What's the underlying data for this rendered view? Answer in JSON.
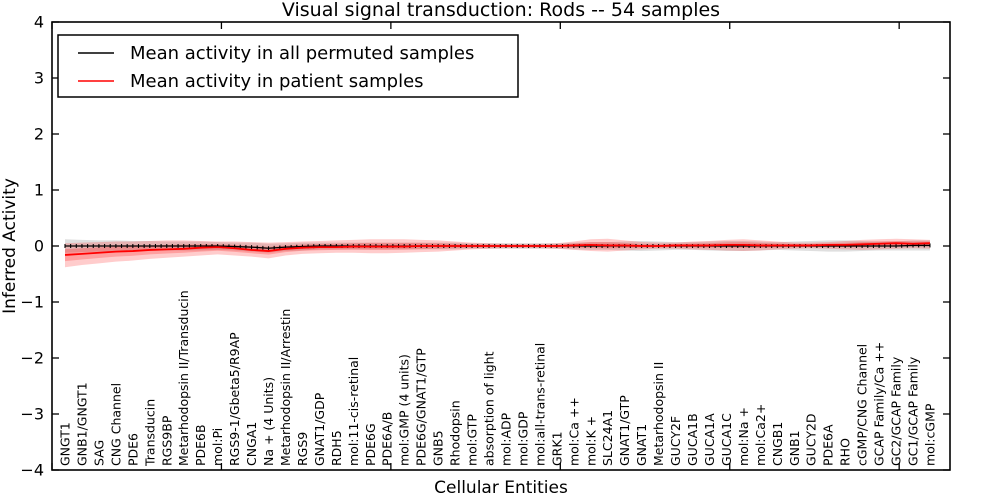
{
  "title": "Visual signal transduction: Rods -- 54 samples",
  "colors": {
    "permuted_line": "#000000",
    "patient_line": "#ff0000",
    "patient_band": "rgba(255,0,0,0.20)",
    "permuted_band": "rgba(110,110,110,0.22)",
    "background": "#ffffff"
  },
  "legend": {
    "position": "upper left",
    "items": [
      {
        "label": "Mean activity in all permuted samples",
        "color": "#000000"
      },
      {
        "label": "Mean activity in patient samples",
        "color": "#ff0000"
      }
    ]
  },
  "chart_data": {
    "type": "line",
    "title": "Visual signal transduction: Rods -- 54 samples",
    "xlabel": "Cellular Entities",
    "ylabel": "Inferred Activity",
    "ylim": [
      -4,
      4
    ],
    "xlim": [
      0,
      53
    ],
    "grid": false,
    "legend_position": "upper left",
    "yticks": [
      4,
      3,
      2,
      1,
      0,
      -1,
      -2,
      -3,
      -4
    ],
    "ytick_labels": [
      "4",
      "3",
      "2",
      "1",
      "0",
      "−1",
      "−2",
      "−3",
      "−4"
    ],
    "xticks": [
      0,
      10,
      20,
      30,
      40,
      50
    ],
    "categories": [
      "GNGT1",
      "GNB1/GNGT1",
      "SAG",
      "CNG Channel",
      "PDE6",
      "Transducin",
      "RGS9BP",
      "Metarhodopsin II/Transducin",
      "PDE6B",
      "mol:Pi",
      "RGS9-1/Gbeta5/R9AP",
      "CNGA1",
      "Na + (4 Units)",
      "Metarhodopsin II/Arrestin",
      "RGS9",
      "GNAT1/GDP",
      "RDH5",
      "mol:11-cis-retinal",
      "PDE6G",
      "PDE6A/B",
      "mol:GMP (4 units)",
      "PDE6G/GNAT1/GTP",
      "GNB5",
      "Rhodopsin",
      "mol:GTP",
      "absorption of light",
      "mol:ADP",
      "mol:GDP",
      "mol:all-trans-retinal",
      "GRK1",
      "mol:Ca ++",
      "mol:K +",
      "SLC24A1",
      "GNAT1/GTP",
      "GNAT1",
      "Metarhodopsin II",
      "GUCY2F",
      "GUCA1B",
      "GUCA1A",
      "GUCA1C",
      "mol:Na +",
      "mol:Ca2+",
      "CNGB1",
      "GNB1",
      "GUCY2D",
      "PDE6A",
      "RHO",
      "cGMP/CNG Channel",
      "GCAP Family/Ca ++",
      "GC2/GCAP Family",
      "GC1/GCAP Family",
      "mol:cGMP"
    ],
    "series": [
      {
        "name": "Mean activity in all permuted samples",
        "color": "#000000",
        "values": [
          0,
          0,
          0,
          0,
          0,
          0,
          0,
          0,
          0,
          0,
          -0.01,
          -0.02,
          -0.04,
          -0.02,
          -0.01,
          0,
          0,
          0,
          0,
          0,
          0,
          0,
          0,
          0,
          0,
          0,
          0,
          0,
          0,
          0,
          0,
          0,
          0,
          0,
          0,
          0,
          0,
          0,
          0,
          0,
          0,
          0,
          0,
          0,
          0,
          0,
          0,
          0,
          0,
          0,
          0.01,
          0.01
        ],
        "band_lower": [
          -0.12,
          -0.11,
          -0.1,
          -0.1,
          -0.09,
          -0.09,
          -0.08,
          -0.08,
          -0.08,
          -0.07,
          -0.08,
          -0.1,
          -0.12,
          -0.09,
          -0.08,
          -0.06,
          -0.06,
          -0.06,
          -0.06,
          -0.06,
          -0.06,
          -0.06,
          -0.06,
          -0.06,
          -0.05,
          -0.05,
          -0.05,
          -0.05,
          -0.05,
          -0.05,
          -0.06,
          -0.07,
          -0.07,
          -0.08,
          -0.09,
          -0.08,
          -0.07,
          -0.07,
          -0.08,
          -0.09,
          -0.09,
          -0.08,
          -0.07,
          -0.08,
          -0.09,
          -0.1,
          -0.1,
          -0.09,
          -0.08,
          -0.08,
          -0.08,
          -0.08
        ],
        "band_upper": [
          0.12,
          0.11,
          0.1,
          0.1,
          0.09,
          0.09,
          0.08,
          0.08,
          0.08,
          0.07,
          0.06,
          0.06,
          0.04,
          0.05,
          0.06,
          0.06,
          0.06,
          0.06,
          0.06,
          0.06,
          0.06,
          0.06,
          0.06,
          0.06,
          0.05,
          0.05,
          0.05,
          0.05,
          0.05,
          0.05,
          0.06,
          0.07,
          0.07,
          0.08,
          0.09,
          0.08,
          0.07,
          0.07,
          0.08,
          0.09,
          0.09,
          0.08,
          0.07,
          0.08,
          0.09,
          0.1,
          0.1,
          0.09,
          0.08,
          0.08,
          0.1,
          0.1
        ]
      },
      {
        "name": "Mean activity in patient samples",
        "color": "#ff0000",
        "values": [
          -0.16,
          -0.14,
          -0.12,
          -0.1,
          -0.09,
          -0.07,
          -0.06,
          -0.05,
          -0.03,
          -0.02,
          -0.04,
          -0.07,
          -0.09,
          -0.05,
          -0.03,
          -0.02,
          -0.02,
          -0.01,
          -0.01,
          -0.01,
          -0.01,
          0,
          0,
          0,
          0,
          0,
          0,
          0,
          0,
          0,
          0.01,
          0.02,
          0.01,
          0.01,
          0,
          0,
          0.01,
          0.01,
          0.01,
          0.02,
          0.02,
          0.01,
          0.01,
          0.01,
          0.01,
          0.02,
          0.02,
          0.03,
          0.04,
          0.05,
          0.04,
          0.05
        ],
        "band_lower": [
          -0.38,
          -0.34,
          -0.31,
          -0.28,
          -0.26,
          -0.23,
          -0.21,
          -0.19,
          -0.17,
          -0.15,
          -0.17,
          -0.19,
          -0.22,
          -0.17,
          -0.14,
          -0.13,
          -0.12,
          -0.12,
          -0.13,
          -0.13,
          -0.12,
          -0.11,
          -0.1,
          -0.08,
          -0.06,
          -0.05,
          -0.04,
          -0.04,
          -0.04,
          -0.05,
          -0.07,
          -0.09,
          -0.1,
          -0.08,
          -0.06,
          -0.05,
          -0.05,
          -0.06,
          -0.07,
          -0.08,
          -0.09,
          -0.08,
          -0.06,
          -0.05,
          -0.04,
          -0.05,
          -0.06,
          -0.07,
          -0.06,
          -0.05,
          -0.04,
          -0.05
        ],
        "band_upper": [
          0.05,
          0.06,
          0.07,
          0.08,
          0.08,
          0.09,
          0.1,
          0.1,
          0.09,
          0.08,
          0.08,
          0.07,
          0.06,
          0.07,
          0.08,
          0.09,
          0.1,
          0.11,
          0.12,
          0.12,
          0.12,
          0.11,
          0.1,
          0.08,
          0.06,
          0.05,
          0.04,
          0.04,
          0.04,
          0.05,
          0.08,
          0.12,
          0.13,
          0.1,
          0.07,
          0.06,
          0.06,
          0.08,
          0.09,
          0.11,
          0.12,
          0.1,
          0.08,
          0.06,
          0.06,
          0.07,
          0.09,
          0.11,
          0.12,
          0.13,
          0.12,
          0.11
        ]
      }
    ]
  }
}
